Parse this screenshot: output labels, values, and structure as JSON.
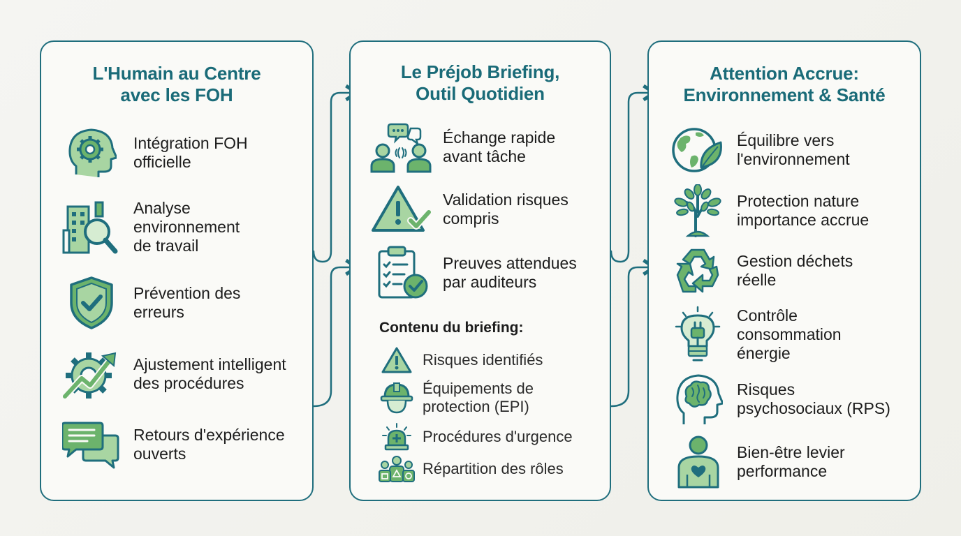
{
  "colors": {
    "teal": "#1f6e7d",
    "green": "#6cb36c",
    "light_green": "#a8d5a2",
    "text": "#1c1c1c"
  },
  "panels": [
    {
      "title_lines": [
        "L'Humain au Centre",
        "avec les FOH"
      ],
      "items": [
        {
          "icon": "head-gear-icon",
          "lines": [
            "Intégration FOH",
            "officielle"
          ]
        },
        {
          "icon": "building-magnifier-icon",
          "lines": [
            "Analyse",
            "environnement",
            "de travail"
          ]
        },
        {
          "icon": "shield-check-icon",
          "lines": [
            "Prévention des",
            "erreurs"
          ]
        },
        {
          "icon": "gear-arrow-icon",
          "lines": [
            "Ajustement intelligent",
            "des procédures"
          ]
        },
        {
          "icon": "chat-bubbles-icon",
          "lines": [
            "Retours d'expérience",
            "ouverts"
          ]
        }
      ]
    },
    {
      "title_lines": [
        "Le Préjob Briefing,",
        "Outil Quotidien"
      ],
      "items": [
        {
          "icon": "people-talking-icon",
          "lines": [
            "Échange rapide",
            "avant tâche"
          ]
        },
        {
          "icon": "warning-check-icon",
          "lines": [
            "Validation risques",
            "compris"
          ]
        },
        {
          "icon": "clipboard-check-icon",
          "lines": [
            "Preuves attendues",
            "par auditeurs"
          ]
        }
      ],
      "sub_heading": "Contenu du briefing:",
      "sub_items": [
        {
          "icon": "warning-icon",
          "lines": [
            "Risques identifiés"
          ]
        },
        {
          "icon": "hard-hat-icon",
          "lines": [
            "Équipements de",
            "protection (EPI)"
          ]
        },
        {
          "icon": "emergency-light-icon",
          "lines": [
            "Procédures d'urgence"
          ]
        },
        {
          "icon": "team-roles-icon",
          "lines": [
            "Répartition des rôles"
          ]
        }
      ]
    },
    {
      "title_lines": [
        "Attention Accrue:",
        "Environnement & Santé"
      ],
      "items": [
        {
          "icon": "globe-leaf-icon",
          "lines": [
            "Équilibre vers",
            "l'environnement"
          ]
        },
        {
          "icon": "tree-icon",
          "lines": [
            "Protection nature",
            "importance accrue"
          ]
        },
        {
          "icon": "recycle-icon",
          "lines": [
            "Gestion déchets",
            "réelle"
          ]
        },
        {
          "icon": "lightbulb-plug-icon",
          "lines": [
            "Contrôle",
            "consommation",
            "énergie"
          ]
        },
        {
          "icon": "head-brain-icon",
          "lines": [
            "Risques",
            "psychosociaux (RPS)"
          ]
        },
        {
          "icon": "person-heart-icon",
          "lines": [
            "Bien-être levier",
            "performance"
          ]
        }
      ]
    }
  ]
}
